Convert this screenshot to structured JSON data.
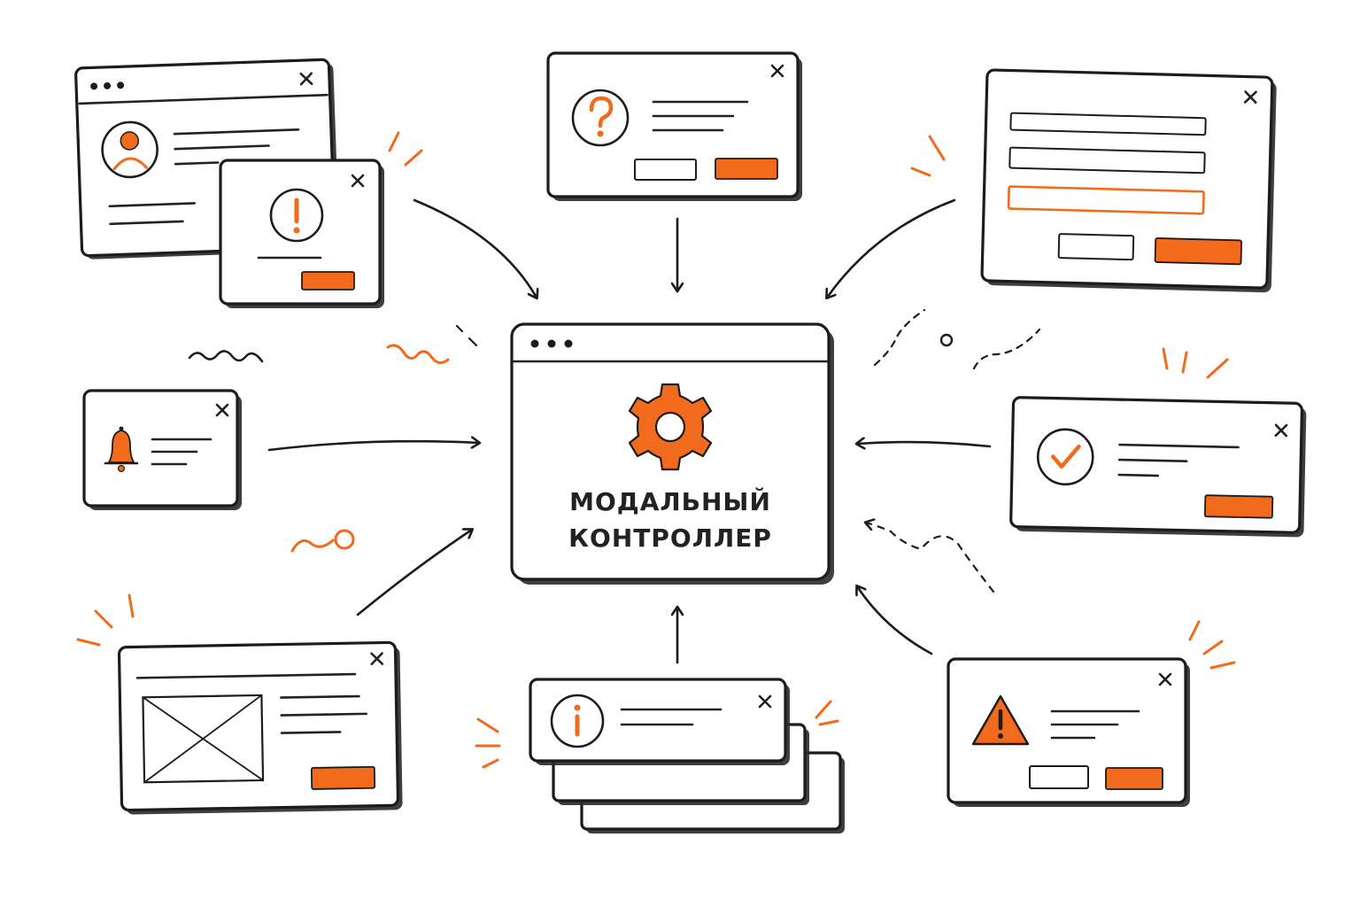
{
  "center": {
    "title_line1": "МОДАЛЬНЫЙ",
    "title_line2": "КОНТРОЛЛЕР",
    "icon": "gear-icon"
  },
  "modals": [
    {
      "id": "profile",
      "icon": "user-icon"
    },
    {
      "id": "alert",
      "icon": "exclamation-icon"
    },
    {
      "id": "question",
      "icon": "question-icon"
    },
    {
      "id": "form",
      "icon": "form-fields"
    },
    {
      "id": "notification",
      "icon": "bell-icon"
    },
    {
      "id": "success",
      "icon": "check-icon"
    },
    {
      "id": "media",
      "icon": "image-placeholder-icon"
    },
    {
      "id": "info-stack",
      "icon": "info-icon"
    },
    {
      "id": "warning",
      "icon": "warning-icon"
    }
  ],
  "colors": {
    "accent": "#f26a1b",
    "ink": "#1c1c1c",
    "background": "#ffffff"
  }
}
